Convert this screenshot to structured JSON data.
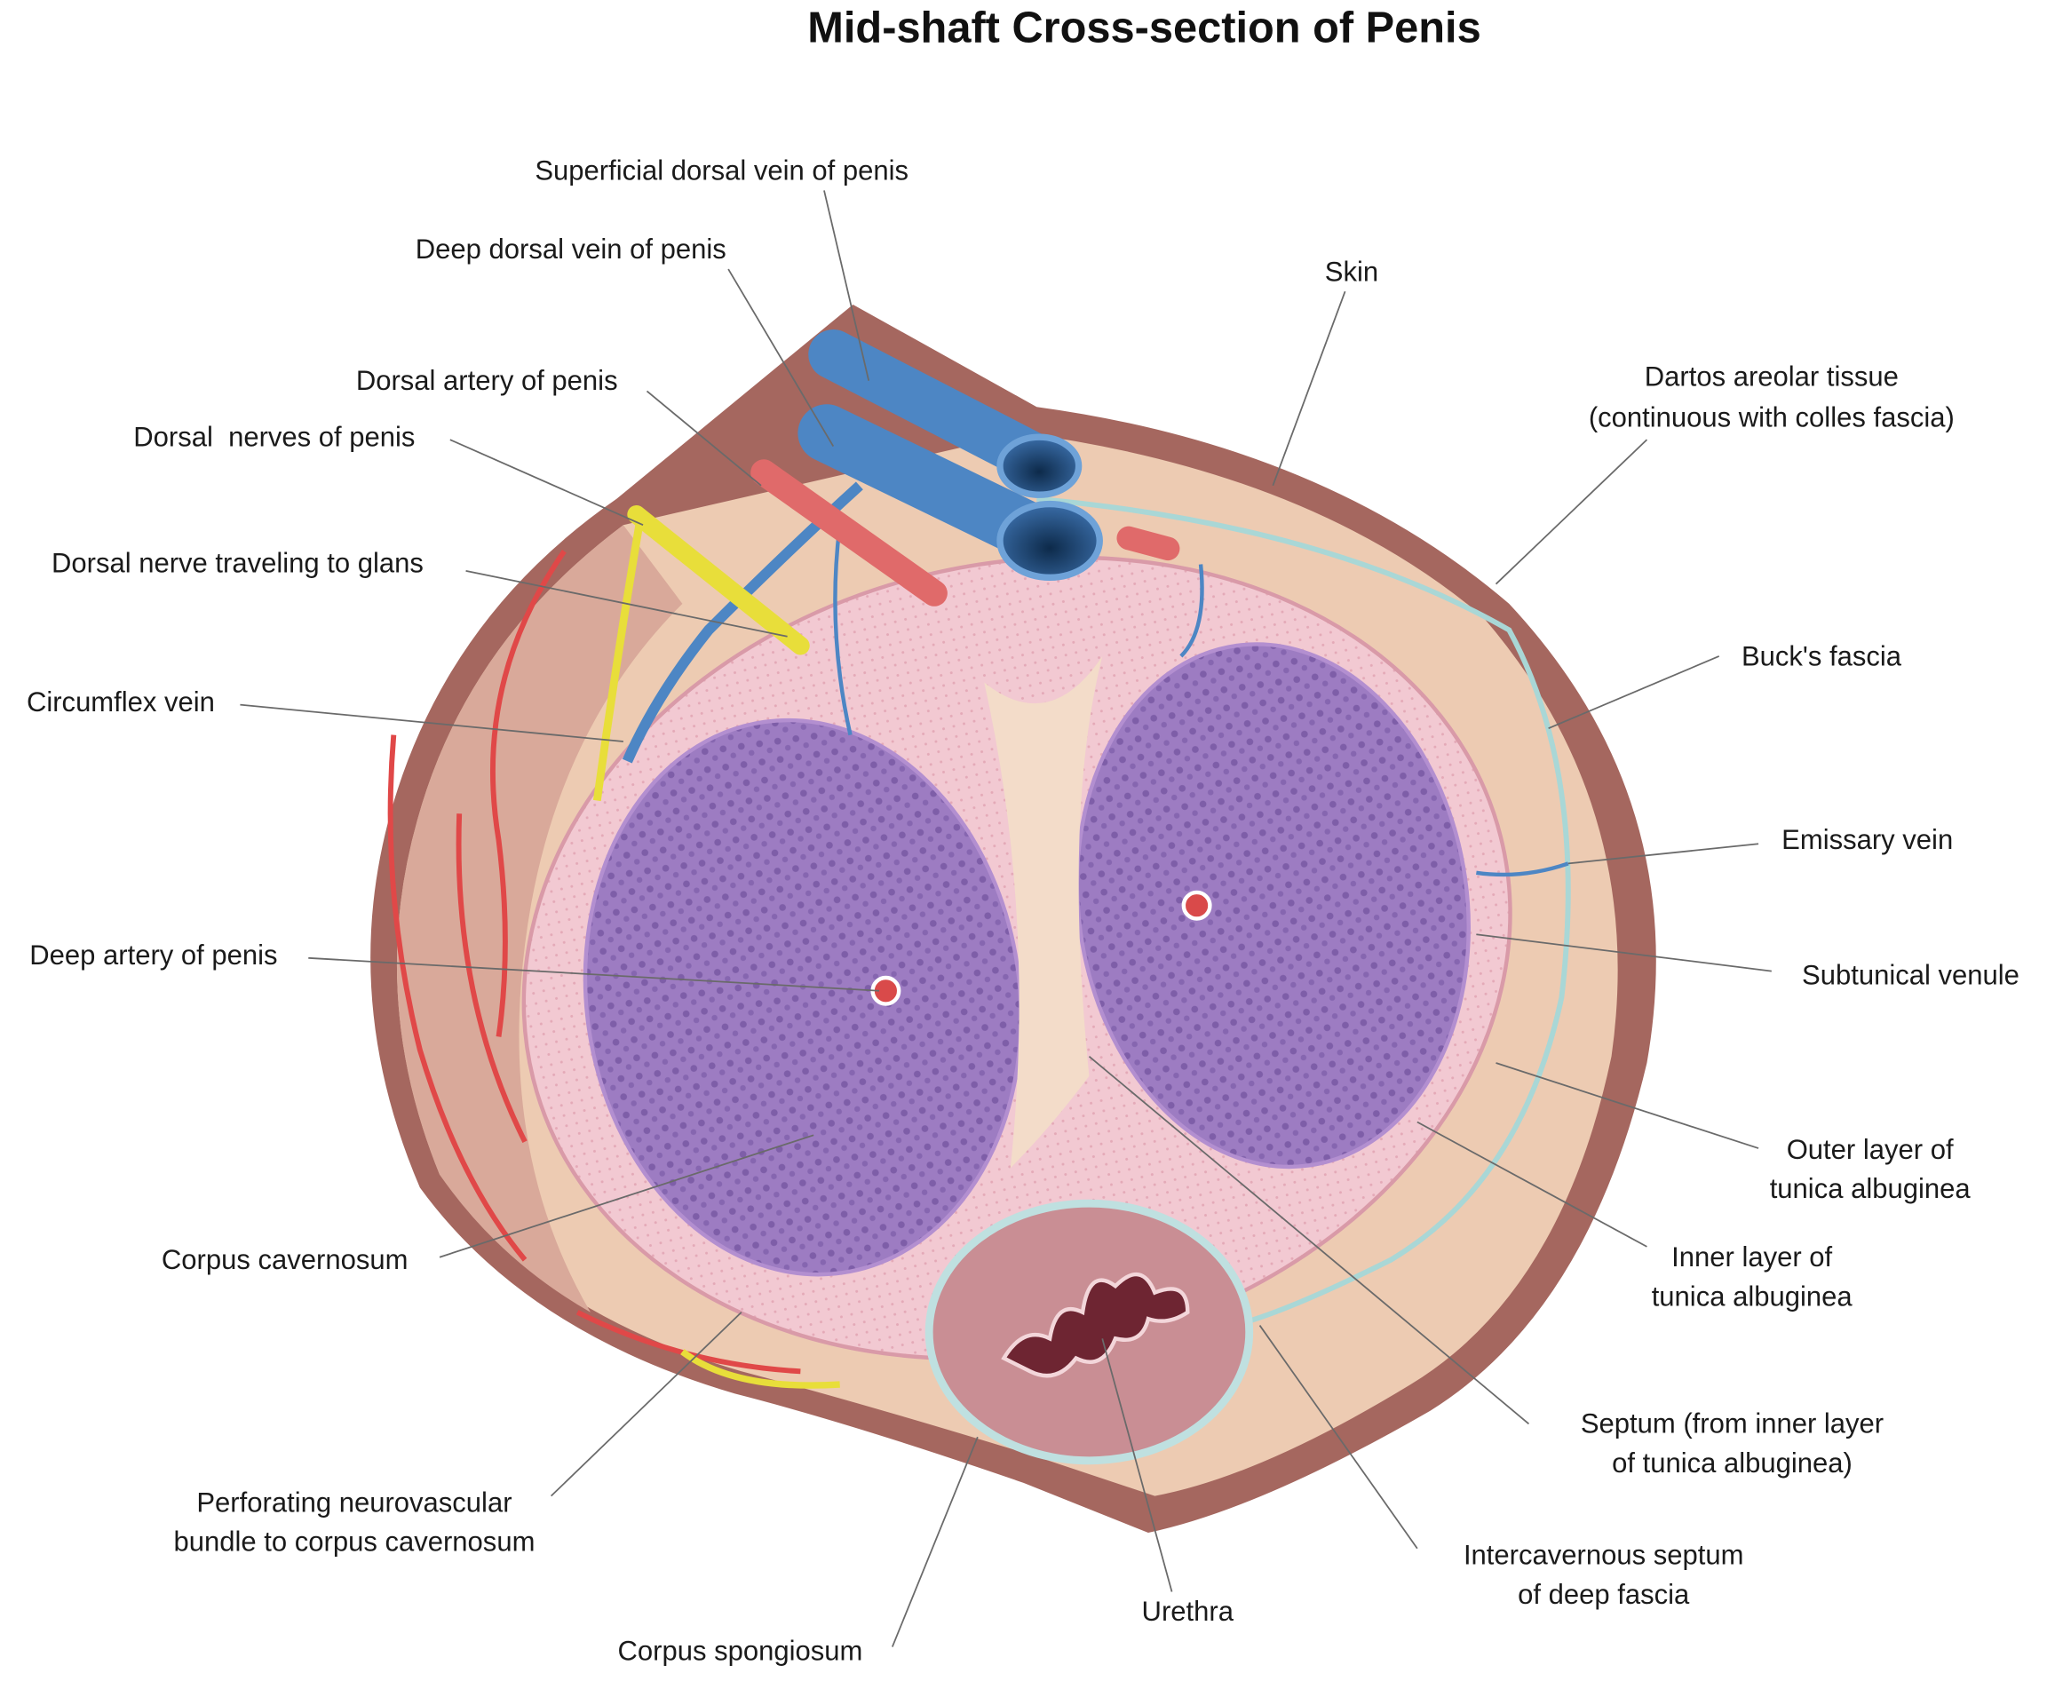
{
  "title": "Mid-shaft Cross-section of Penis",
  "labels": {
    "superficial_dorsal_vein": "Superficial dorsal vein of penis",
    "deep_dorsal_vein": "Deep dorsal vein of penis",
    "dorsal_artery": "Dorsal artery of penis",
    "dorsal_nerves": "Dorsal  nerves of penis",
    "dorsal_nerve_glans": "Dorsal nerve traveling to glans",
    "circumflex_vein": "Circumflex vein",
    "deep_artery": "Deep artery of penis",
    "corpus_cavernosum": "Corpus cavernosum",
    "perforating_bundle": [
      "Perforating neurovascular",
      "bundle to corpus cavernosum"
    ],
    "corpus_spongiosum": "Corpus spongiosum",
    "urethra": "Urethra",
    "intercavernous_septum": [
      "Intercavernous septum",
      "of deep fascia"
    ],
    "septum": [
      "Septum (from inner layer",
      "of tunica albuginea)"
    ],
    "inner_layer": [
      "Inner layer of",
      "tunica albuginea"
    ],
    "outer_layer": [
      "Outer layer of",
      "tunica albuginea"
    ],
    "subtunical_venule": "Subtunical venule",
    "emissary_vein": "Emissary vein",
    "bucks_fascia": "Buck's fascia",
    "dartos": [
      "Dartos areolar tissue",
      "(continuous with colles fascia)"
    ],
    "skin": "Skin"
  },
  "colors": {
    "skin": "#a5675f",
    "dartos": "#edcbb2",
    "tunica": "#f2c9d2",
    "cavernosum": "#9d7cc2",
    "spongiosum": "#c98e94",
    "vein": "#4d86c4",
    "artery": "#e06a6a",
    "nerve": "#e8de3a"
  }
}
